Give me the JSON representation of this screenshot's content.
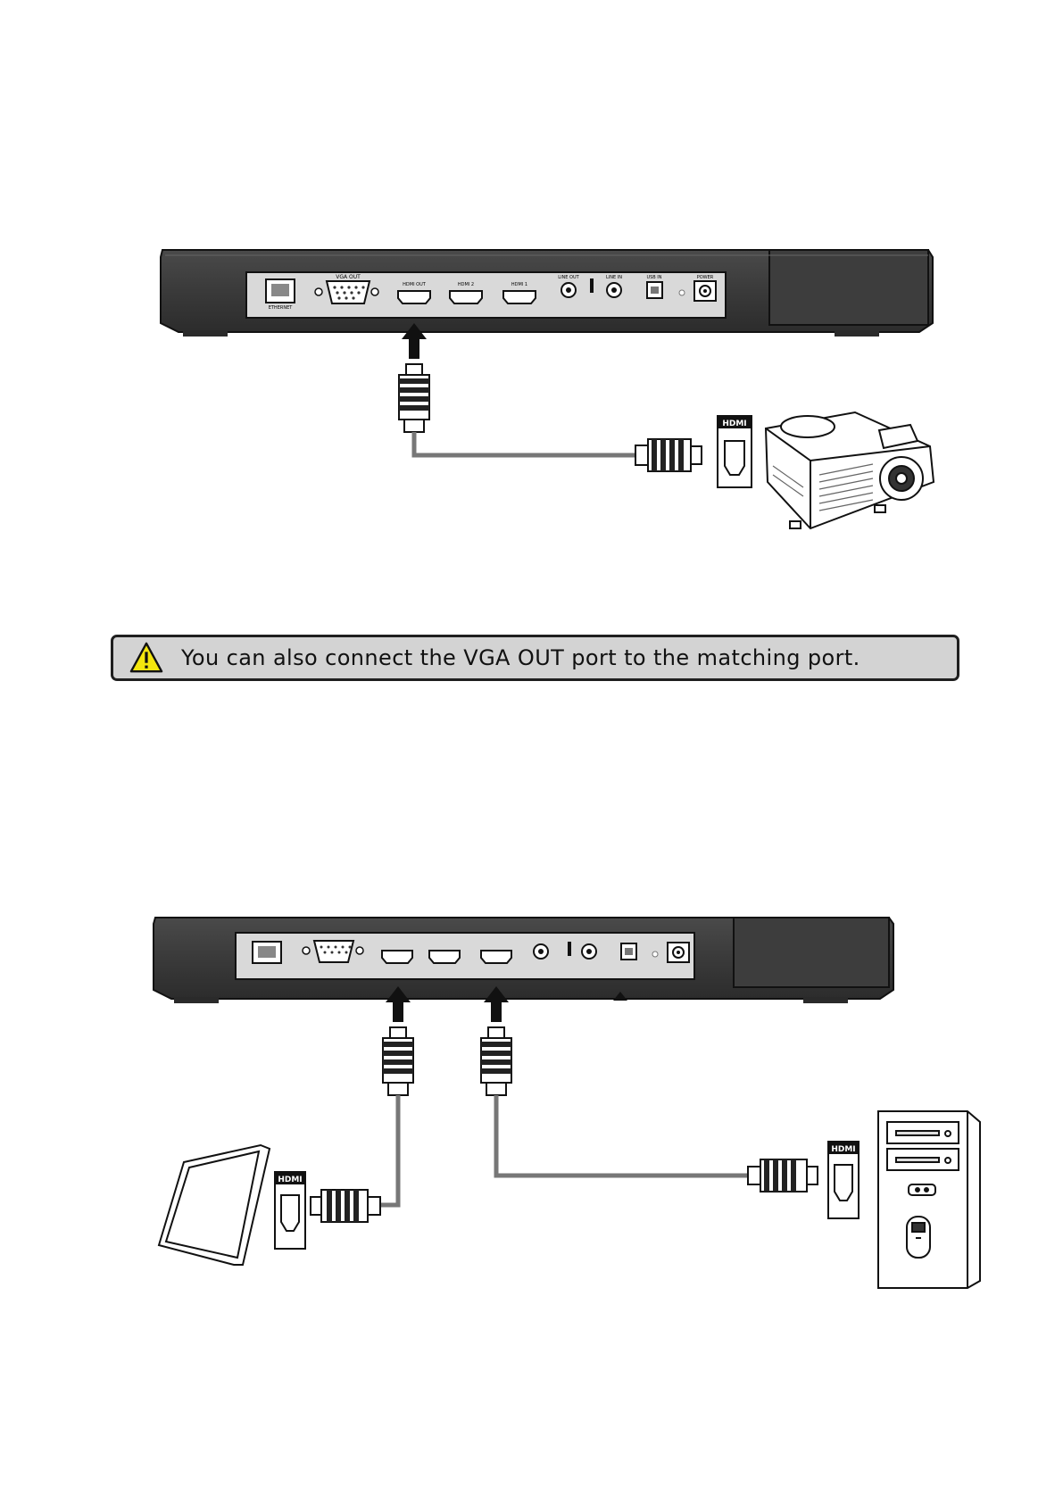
{
  "note": {
    "text": "You can also connect the VGA OUT port to the matching port.",
    "icon": "warning-icon",
    "background": "#d3d3d3",
    "icon_color": "#f4e60e"
  },
  "device": {
    "ports": {
      "lan": "ETHERNET",
      "vga_out": "VGA OUT",
      "hdmi_out": "HDMI OUT",
      "hdmi_2": "HDMI 2",
      "hdmi_1": "HDMI 1",
      "line_out": "LINE OUT",
      "line_in": "LINE IN",
      "usb": "USB IN",
      "power": "POWER"
    }
  },
  "hdmi_label": "HDMI",
  "figures": [
    {
      "name": "hdmi-out-to-projector",
      "devices": [
        "projector-icon"
      ]
    },
    {
      "name": "hdmi-in-from-tablet-and-pc",
      "devices": [
        "tablet-icon",
        "desktop-pc-icon"
      ]
    }
  ]
}
